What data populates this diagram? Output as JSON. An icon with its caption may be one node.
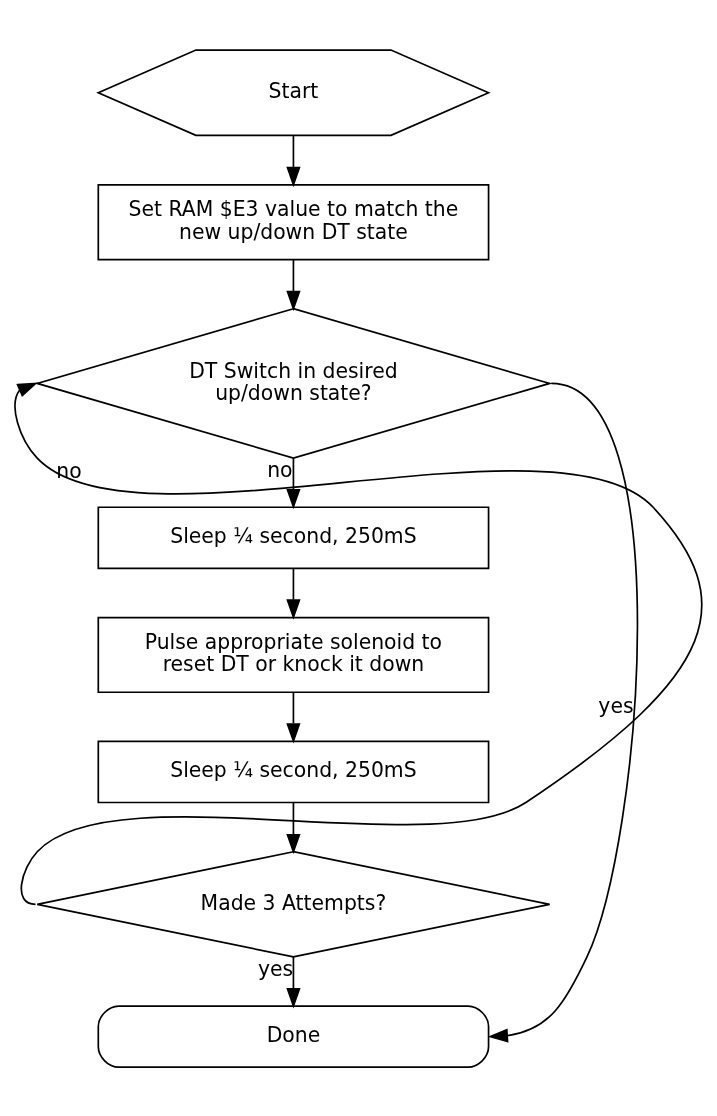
{
  "diagram": {
    "nodes": [
      {
        "text": [
          "Start"
        ]
      },
      {
        "text": [
          "Set RAM $E3 value to match the new up/down DT state"
        ]
      },
      {
        "text": [
          "DT Switch in desired up/down state?"
        ]
      },
      {
        "text": [
          "Sleep ¼ second, 250mS"
        ]
      },
      {
        "text": [
          "Pulse appropriate solenoid to reset DT or knock it down"
        ]
      },
      {
        "text": [
          "Sleep ¼ second, 250mS"
        ]
      },
      {
        "text": [
          "Made 3 Attempts?"
        ]
      },
      {
        "text": [
          "Done"
        ]
      }
    ],
    "edges": [
      {
        "from": 0,
        "to": 1,
        "arrow": "to"
      },
      {
        "from": 1,
        "to": 2,
        "arrow": "to"
      },
      {
        "from": 2,
        "to": 3,
        "arrow": "to",
        "label": "no"
      },
      {
        "from": 3,
        "to": 4,
        "arrow": "to"
      },
      {
        "from": 4,
        "to": 5,
        "arrow": "to"
      },
      {
        "from": 5,
        "to": 6,
        "arrow": "to"
      },
      {
        "from": 6,
        "to": 2,
        "arrow": "to",
        "label": "no"
      },
      {
        "from": 6,
        "to": 7,
        "arrow": "to",
        "label": "yes"
      },
      {
        "from": 2,
        "to": 7,
        "arrow": "to",
        "label": "yes"
      }
    ]
  }
}
